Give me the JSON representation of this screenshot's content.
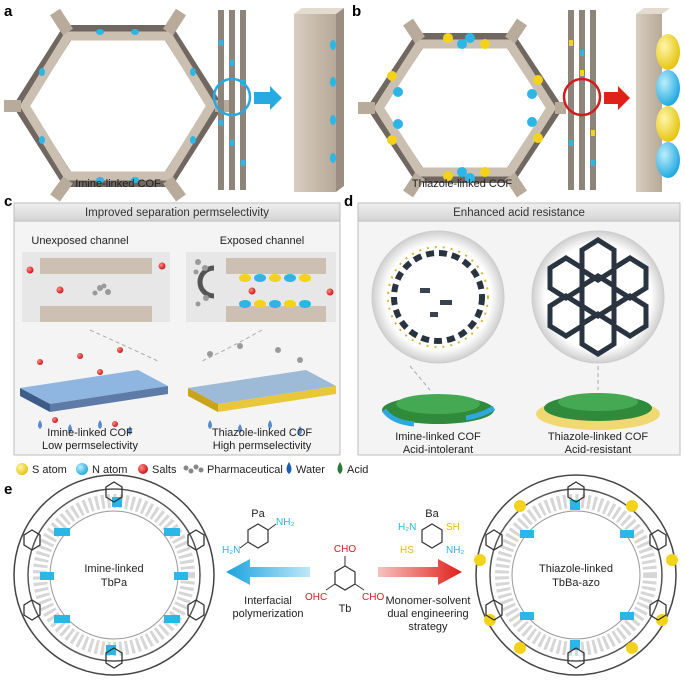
{
  "panels": {
    "a": {
      "letter": "a",
      "caption": "Imine-linked COF"
    },
    "b": {
      "letter": "b",
      "caption": "Thiazole-linked COF"
    },
    "c": {
      "letter": "c",
      "header": "Improved separation permselectivity",
      "left_channel": "Unexposed channel",
      "right_channel": "Exposed channel",
      "left_caption_1": "Imine-linked COF",
      "left_caption_2": "Low permselectivity",
      "right_caption_1": "Thiazole-linked COF",
      "right_caption_2": "High permselectivity"
    },
    "d": {
      "letter": "d",
      "header": "Enhanced acid resistance",
      "left_caption_1": "Imine-linked COF",
      "left_caption_2": "Acid-intolerant",
      "right_caption_1": "Thiazole-linked COF",
      "right_caption_2": "Acid-resistant"
    },
    "e": {
      "letter": "e",
      "left_label_1": "Imine-linked",
      "left_label_2": "TbPa",
      "right_label_1": "Thiazole-linked",
      "right_label_2": "TbBa-azo",
      "pa": "Pa",
      "ba": "Ba",
      "tb": "Tb",
      "nh2": "NH₂",
      "h2n": "H₂N",
      "sh": "SH",
      "hs": "HS",
      "cho": "CHO",
      "ohc": "OHC",
      "left_method_1": "Interfacial",
      "left_method_2": "polymerization",
      "right_method_1": "Monomer-solvent",
      "right_method_2": "dual engineering",
      "right_method_3": "strategy"
    }
  },
  "legend": [
    {
      "label": "S atom",
      "color": "#f2d21b"
    },
    {
      "label": "N atom",
      "color": "#2bb6e6"
    },
    {
      "label": "Salts",
      "color": "#b0121b"
    },
    {
      "label": "Pharmaceutical",
      "color": "#888888"
    },
    {
      "label": "Water",
      "color": "#1f5fae"
    },
    {
      "label": "Acid",
      "color": "#2e7a3a"
    }
  ],
  "colors": {
    "s_atom": "#f2d21b",
    "n_atom": "#2bb6e6",
    "salt": "#d21c1c",
    "wall": "#c9bcae",
    "arrow_blue": "#27a9e1",
    "arrow_red": "#e0201b"
  }
}
